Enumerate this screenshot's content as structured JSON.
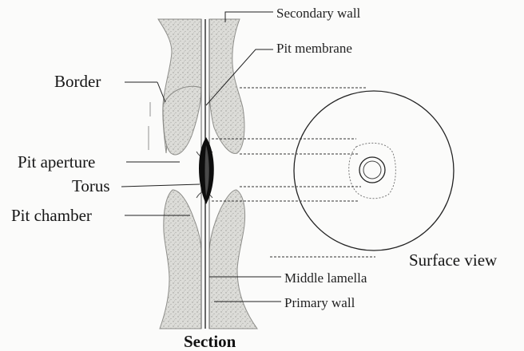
{
  "labels": {
    "secondary_wall": "Secondary wall",
    "pit_membrane": "Pit membrane",
    "border": "Border",
    "pit_aperture": "Pit aperture",
    "torus": "Torus",
    "pit_chamber": "Pit chamber",
    "surface_view": "Surface view",
    "middle_lamella": "Middle lamella",
    "primary_wall": "Primary wall",
    "section": "Section"
  },
  "colors": {
    "ink": "#151515",
    "wall_fill": "#d9d9d5",
    "background": "#fbfbfa"
  }
}
